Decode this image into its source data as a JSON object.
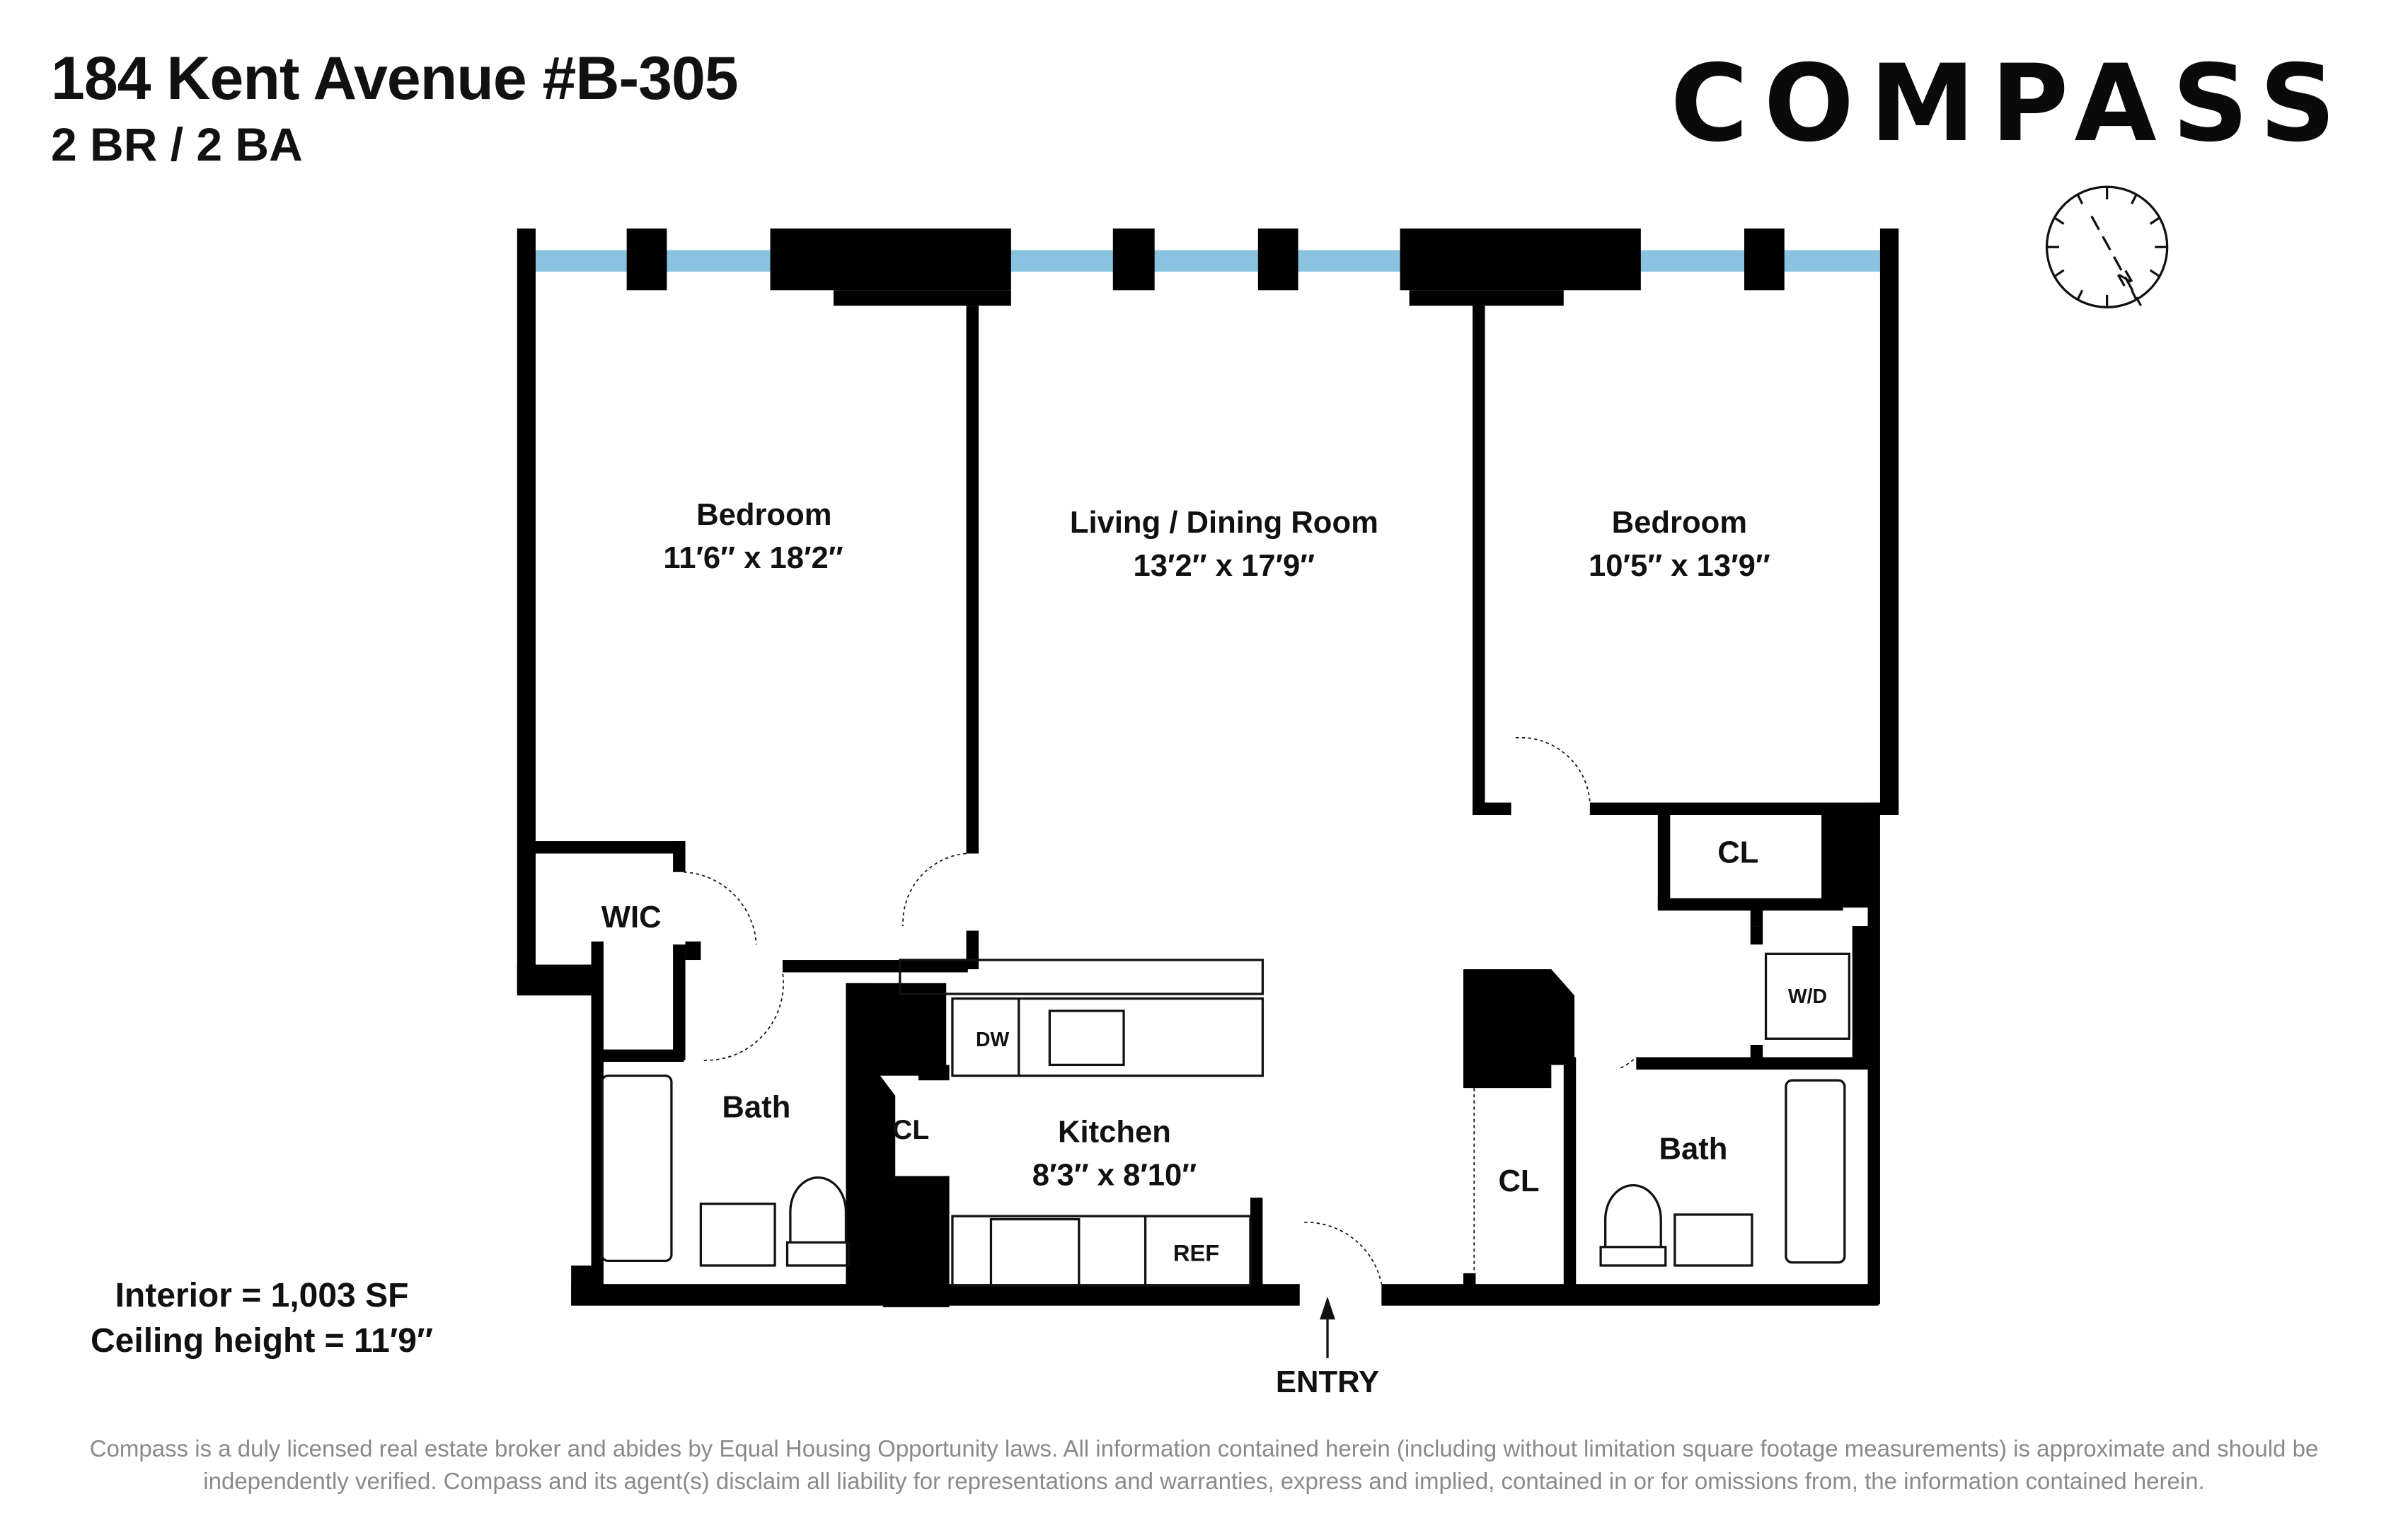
{
  "header": {
    "address": "184 Kent Avenue #B-305",
    "unit_summary": "2 BR / 2 BA"
  },
  "brand": {
    "logo_text": "COMPASS"
  },
  "icons": {
    "north_arrow": "compass-rose-icon",
    "entry_arrow": "arrow-up-icon"
  },
  "colors": {
    "window": "#8bc2e0",
    "wall": "#000000",
    "disclaimer": "#8a8a8a"
  },
  "rooms": {
    "bedroom_left": {
      "name": "Bedroom",
      "dims": "11′6″ x 18′2″"
    },
    "living": {
      "name": "Living / Dining Room",
      "dims": "13′2″ x 17′9″"
    },
    "bedroom_right": {
      "name": "Bedroom",
      "dims": "10′5″ x 13′9″"
    },
    "wic": {
      "name": "WIC"
    },
    "bath_left": {
      "name": "Bath"
    },
    "closet_kitchen": {
      "name": "CL"
    },
    "kitchen": {
      "name": "Kitchen",
      "dims": "8′3″ x 8′10″"
    },
    "closet_entry": {
      "name": "CL"
    },
    "bath_right": {
      "name": "Bath"
    },
    "closet_bedroom": {
      "name": "CL"
    }
  },
  "appliances": {
    "dishwasher": "DW",
    "refrigerator": "REF",
    "washer_dryer": "W/D"
  },
  "entry_label": "ENTRY",
  "stats": {
    "interior": "Interior = 1,003 SF",
    "ceiling": "Ceiling height = 11′9″"
  },
  "disclaimer": {
    "line1": "Compass is a duly licensed real estate broker and abides by Equal Housing Opportunity laws.  All information contained herein (including without limitation square footage measurements) is approximate and should be",
    "line2": "independently verified. Compass and its agent(s) disclaim all liability for representations and warranties, express and implied, contained in or for omissions from, the information contained herein."
  }
}
